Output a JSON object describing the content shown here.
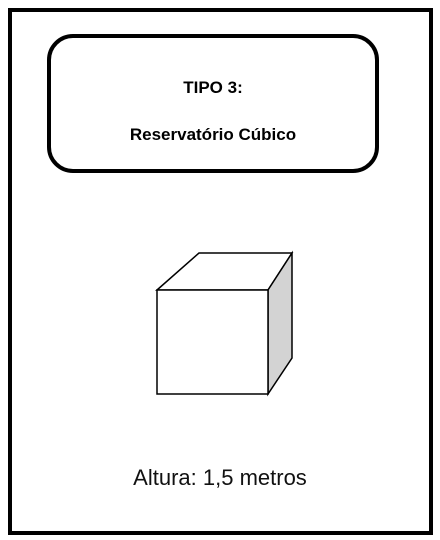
{
  "title_box": {
    "line1": "TIPO 3:",
    "line2": "Reservatório Cúbico"
  },
  "figure": {
    "shape_icon": "cube-icon",
    "side_color": "#d3d3d3",
    "face_color": "#ffffff",
    "stroke_color": "#000000"
  },
  "caption": "Altura: 1,5 metros"
}
